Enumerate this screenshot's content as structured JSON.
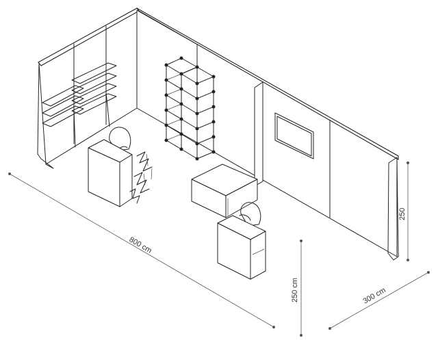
{
  "dimensions": {
    "length": "800 cm",
    "depth": "300 cm",
    "height_front": "250 cm",
    "height_right": "250"
  }
}
